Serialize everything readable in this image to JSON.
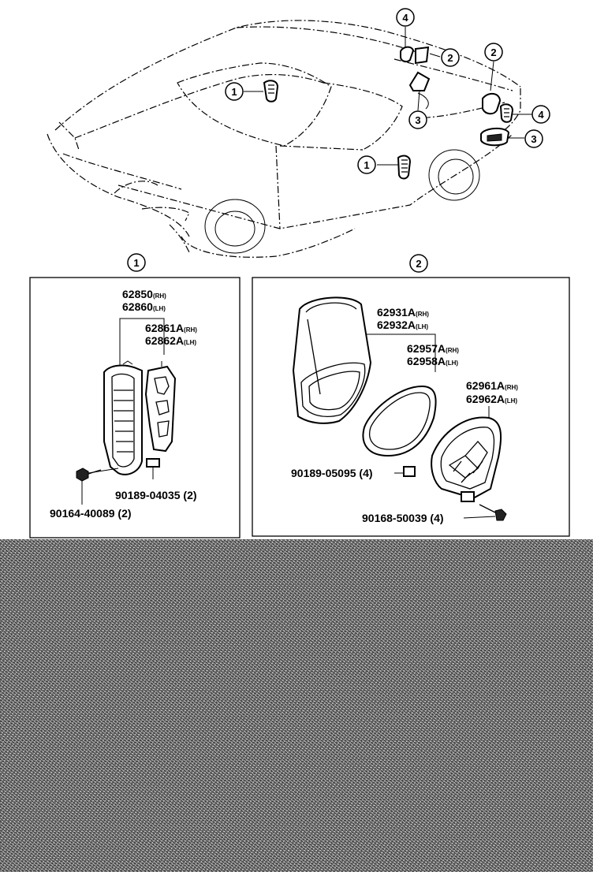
{
  "callouts": {
    "one": "1",
    "two": "2",
    "three": "3",
    "four": "4"
  },
  "box1": {
    "a1": {
      "num": "62850",
      "sfx": "(RH)"
    },
    "a2": {
      "num": "62860",
      "sfx": "(LH)"
    },
    "b1": {
      "num": "62861A",
      "sfx": "(RH)"
    },
    "b2": {
      "num": "62862A",
      "sfx": "(LH)"
    },
    "bolt": "90164-40089 (2)",
    "clip": "90189-04035 (2)"
  },
  "box2": {
    "a1": {
      "num": "62931A",
      "sfx": "(RH)"
    },
    "a2": {
      "num": "62932A",
      "sfx": "(LH)"
    },
    "b1": {
      "num": "62957A",
      "sfx": "(RH)"
    },
    "b2": {
      "num": "62958A",
      "sfx": "(LH)"
    },
    "c1": {
      "num": "62961A",
      "sfx": "(RH)"
    },
    "c2": {
      "num": "62962A",
      "sfx": "(LH)"
    },
    "clip": "90189-05095 (4)",
    "screw": "90168-50039 (4)"
  }
}
